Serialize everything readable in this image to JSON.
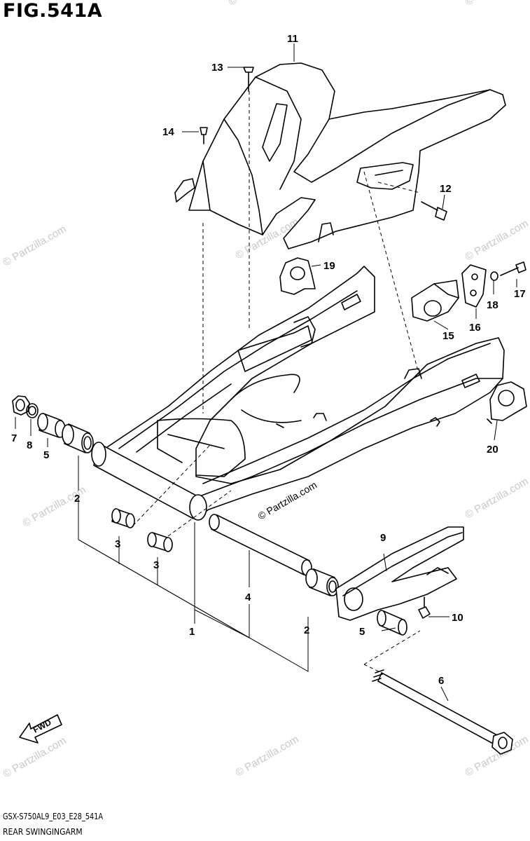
{
  "figure": {
    "title": "FIG.541A",
    "model_code": "GSX-S750AL9_E03_E28_541A",
    "name": "REAR SWINGINGARM"
  },
  "watermark": "© Partzilla.com",
  "fwd_label": "FWD",
  "callouts": [
    {
      "id": "c1",
      "label": "1"
    },
    {
      "id": "c2a",
      "label": "2"
    },
    {
      "id": "c2b",
      "label": "2"
    },
    {
      "id": "c3a",
      "label": "3"
    },
    {
      "id": "c3b",
      "label": "3"
    },
    {
      "id": "c4",
      "label": "4"
    },
    {
      "id": "c5a",
      "label": "5"
    },
    {
      "id": "c5b",
      "label": "5"
    },
    {
      "id": "c6",
      "label": "6"
    },
    {
      "id": "c7",
      "label": "7"
    },
    {
      "id": "c8",
      "label": "8"
    },
    {
      "id": "c9",
      "label": "9"
    },
    {
      "id": "c10",
      "label": "10"
    },
    {
      "id": "c11",
      "label": "11"
    },
    {
      "id": "c12",
      "label": "12"
    },
    {
      "id": "c13",
      "label": "13"
    },
    {
      "id": "c14",
      "label": "14"
    },
    {
      "id": "c15",
      "label": "15"
    },
    {
      "id": "c16",
      "label": "16"
    },
    {
      "id": "c17",
      "label": "17"
    },
    {
      "id": "c18",
      "label": "18"
    },
    {
      "id": "c19",
      "label": "19"
    },
    {
      "id": "c20",
      "label": "20"
    }
  ]
}
